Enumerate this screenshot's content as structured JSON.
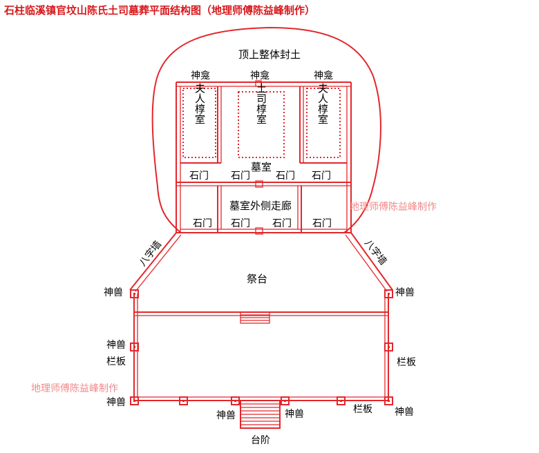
{
  "title": "石柱临溪镇官坟山陈氏土司墓葬平面结构图（地理师傅陈益峰制作）",
  "labels": {
    "mound": "顶上整体封土",
    "niche_left": "神龛",
    "niche_mid": "神龛",
    "niche_right": "神龛",
    "chamber_left": "夫人椁室",
    "chamber_mid": "土司椁室",
    "chamber_right": "夫人椁室",
    "tomb_room": "墓室",
    "door_1": "石门",
    "door_2": "石门",
    "door_3": "石门",
    "door_4": "石门",
    "corridor": "墓室外侧走廊",
    "door_5": "石门",
    "door_6": "石门",
    "door_7": "石门",
    "door_8": "石门",
    "wing_left": "八字墙",
    "wing_right": "八字墙",
    "altar": "祭台",
    "beast_1": "神兽",
    "beast_2": "神兽",
    "beast_3": "神兽",
    "beast_4": "神兽",
    "beast_5": "神兽",
    "beast_6": "神兽",
    "beast_7": "神兽",
    "rail_left": "栏板",
    "rail_right": "栏板",
    "rail_bottom": "栏板",
    "steps": "台阶"
  },
  "watermarks": {
    "right": "地理师傅陈益峰制作",
    "left": "地理师傅陈益峰制作"
  },
  "colors": {
    "line": "#e3262b",
    "title": "#d7191c",
    "label": "#000000",
    "watermark": "#f08a8a"
  }
}
